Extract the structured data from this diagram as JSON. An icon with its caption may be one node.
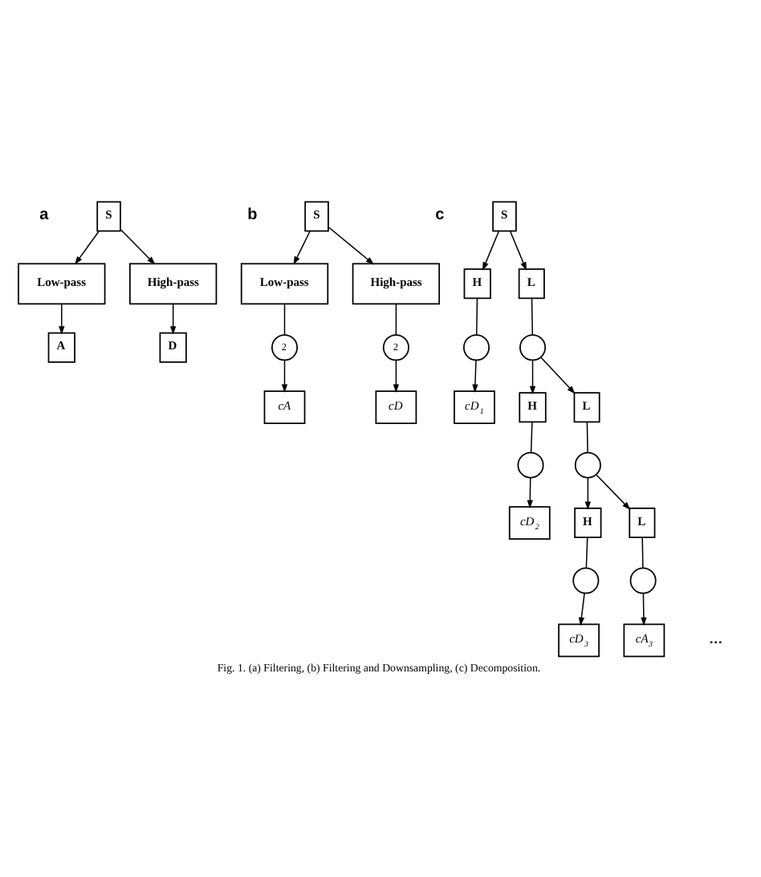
{
  "diagram": {
    "caption": "Fig. 1. (a) Filtering, (b) Filtering and Downsampling, (c) Decomposition.",
    "nodes": [
      {
        "text": [
          "S"
        ]
      },
      {
        "text": [
          "Low-pass"
        ]
      },
      {
        "text": [
          "High-pass"
        ]
      },
      {
        "text": [
          "A"
        ]
      },
      {
        "text": [
          "D"
        ]
      },
      {
        "text": [
          "S"
        ]
      },
      {
        "text": [
          "Low-pass"
        ]
      },
      {
        "text": [
          "High-pass"
        ]
      },
      {
        "text": [
          "2"
        ]
      },
      {
        "text": [
          "2"
        ]
      },
      {
        "text": [
          "cA"
        ]
      },
      {
        "text": [
          "cD"
        ]
      },
      {
        "text": [
          "S"
        ]
      },
      {
        "text": [
          "H"
        ]
      },
      {
        "text": [
          "L"
        ]
      },
      {
        "text": [],
        "shape": "circle"
      },
      {
        "text": [],
        "shape": "circle"
      },
      {
        "text": [
          "H"
        ]
      },
      {
        "text": [
          "L"
        ]
      },
      {
        "text": [],
        "shape": "circle"
      },
      {
        "text": [],
        "shape": "circle"
      },
      {
        "text": [
          "H"
        ]
      },
      {
        "text": [
          "L"
        ]
      },
      {
        "text": [],
        "shape": "circle"
      },
      {
        "text": [],
        "shape": "circle"
      },
      {
        "text": [
          "cD$_{1}$"
        ]
      },
      {
        "text": [
          "cD$_{2}$"
        ]
      },
      {
        "text": [
          "cD$_{3}$"
        ]
      },
      {
        "text": [
          "cA$_{3}$"
        ]
      }
    ],
    "edges": [
      {
        "from": 0,
        "to": 1,
        "arrow": "to"
      },
      {
        "from": 0,
        "to": 2,
        "arrow": "to"
      },
      {
        "from": 1,
        "to": 3,
        "arrow": "to"
      },
      {
        "from": 2,
        "to": 4,
        "arrow": "to"
      },
      {
        "from": 5,
        "to": 6,
        "arrow": "to"
      },
      {
        "from": 5,
        "to": 7,
        "arrow": "to"
      },
      {
        "from": 6,
        "to": 8,
        "arrow": "none"
      },
      {
        "from": 7,
        "to": 9,
        "arrow": "none"
      },
      {
        "from": 8,
        "to": 10,
        "arrow": "to"
      },
      {
        "from": 9,
        "to": 11,
        "arrow": "to"
      },
      {
        "from": 12,
        "to": 13,
        "arrow": "to"
      },
      {
        "from": 12,
        "to": 14,
        "arrow": "to"
      },
      {
        "from": 13,
        "to": 15,
        "arrow": "none"
      },
      {
        "from": 14,
        "to": 16,
        "arrow": "none"
      },
      {
        "from": 15,
        "to": 25,
        "arrow": "to"
      },
      {
        "from": 16,
        "to": 17,
        "arrow": "to"
      },
      {
        "from": 16,
        "to": 18,
        "arrow": "to"
      },
      {
        "from": 17,
        "to": 19,
        "arrow": "none"
      },
      {
        "from": 18,
        "to": 20,
        "arrow": "none"
      },
      {
        "from": 19,
        "to": 26,
        "arrow": "to"
      },
      {
        "from": 20,
        "to": 21,
        "arrow": "to"
      },
      {
        "from": 20,
        "to": 22,
        "arrow": "to"
      },
      {
        "from": 21,
        "to": 23,
        "arrow": "none"
      },
      {
        "from": 22,
        "to": 24,
        "arrow": "none"
      },
      {
        "from": 23,
        "to": 27,
        "arrow": "to"
      },
      {
        "from": 24,
        "to": 28,
        "arrow": "to"
      }
    ],
    "labels": [
      "a",
      "b",
      "c",
      "…"
    ]
  }
}
